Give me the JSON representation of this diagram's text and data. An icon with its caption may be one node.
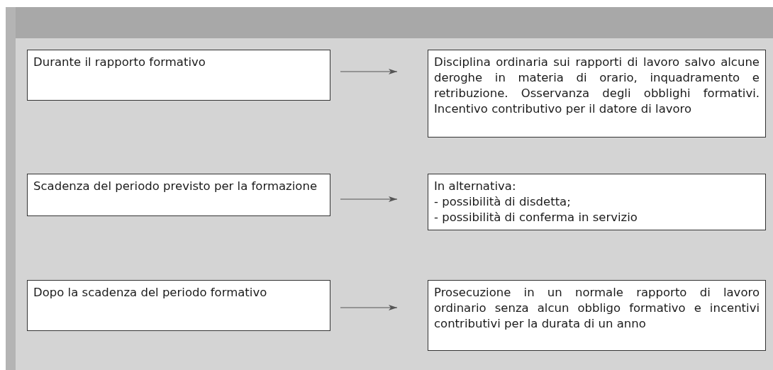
{
  "diagram": {
    "nodes": [
      {
        "text": [
          "Durante il rapporto formativo"
        ]
      },
      {
        "text": [
          "Disciplina ordinaria sui rapporti di lavoro salvo alcune deroghe in materia di orario, inquadramento e retribuzione. Osservanza degli obblighi formativi. Incentivo contributivo per il datore di lavoro"
        ]
      },
      {
        "text": [
          "Scadenza del periodo previsto per la formazione"
        ]
      },
      {
        "text": [
          "In alternativa:",
          "- possibilità di disdetta;",
          "- possibilità di conferma in servizio"
        ]
      },
      {
        "text": [
          "Dopo la scadenza del periodo formativo"
        ]
      },
      {
        "text": [
          "Prosecuzione in un normale rapporto di lavoro ordinario senza alcun obbligo formativo e incentivi contributivi per la durata di un anno"
        ]
      }
    ],
    "edges": [
      {
        "from": 0,
        "to": 1,
        "arrow": "to"
      },
      {
        "from": 2,
        "to": 3,
        "arrow": "to"
      },
      {
        "from": 4,
        "to": 5,
        "arrow": "to"
      }
    ]
  }
}
